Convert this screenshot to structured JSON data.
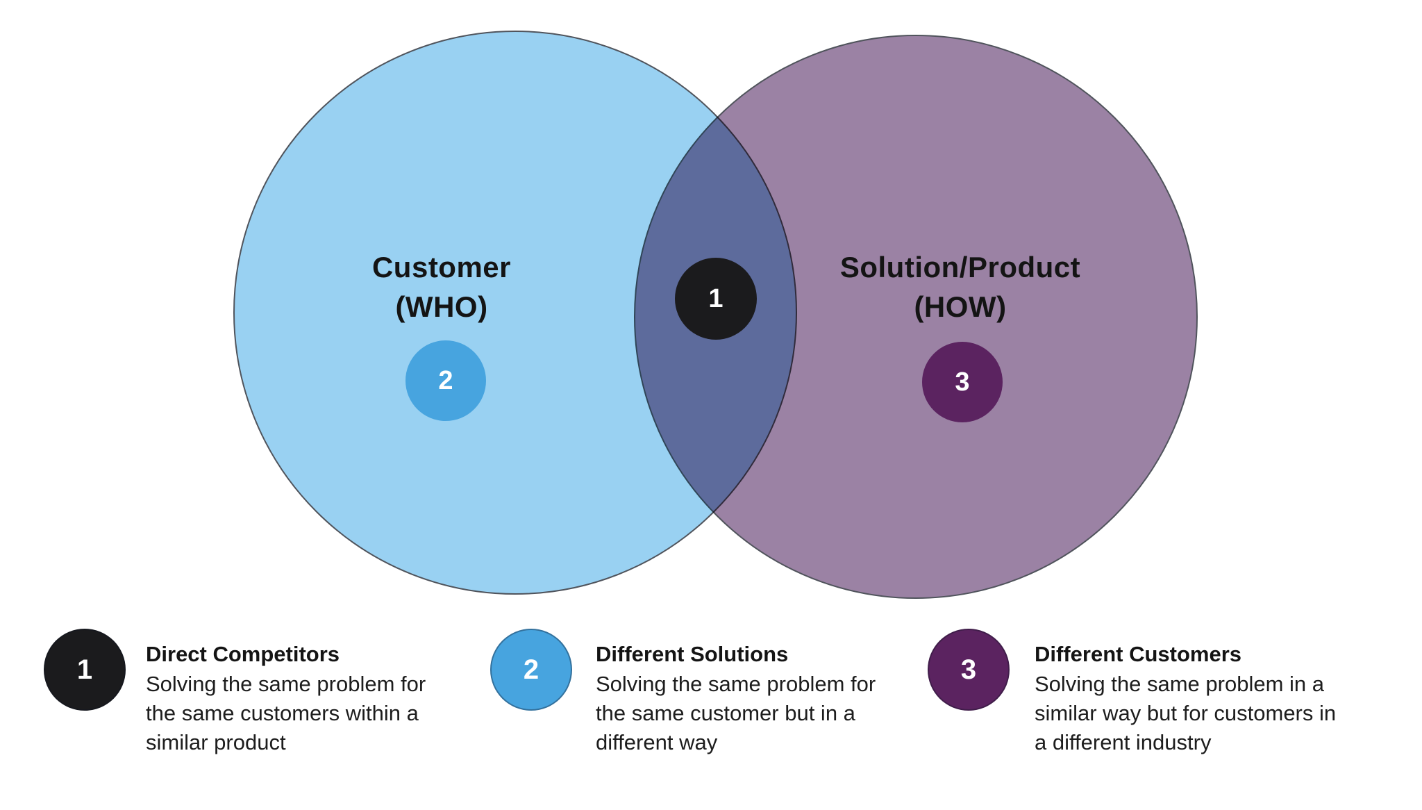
{
  "venn": {
    "left_circle": {
      "label": "Customer\n(WHO)",
      "fill": "#99D1F2",
      "stroke": "#50545c"
    },
    "right_circle": {
      "label": "Solution/Product\n(HOW)",
      "fill": "#9B82A4",
      "stroke": "#50545c"
    },
    "overlap_color": "#6A6D9A",
    "markers": [
      {
        "number": "1",
        "color": "#1B1B1D",
        "region": "overlap"
      },
      {
        "number": "2",
        "color": "#47A4DF",
        "region": "left"
      },
      {
        "number": "3",
        "color": "#5B2360",
        "region": "right"
      }
    ]
  },
  "legend": {
    "items": [
      {
        "number": "1",
        "color": "#1B1B1D",
        "title": "Direct Competitors",
        "description": "Solving the same problem for\nthe same customers within a\nsimilar product"
      },
      {
        "number": "2",
        "color": "#47A4DF",
        "title": "Different Solutions",
        "description": "Solving the same problem for\nthe same customer but in a\ndifferent way"
      },
      {
        "number": "3",
        "color": "#5B2360",
        "title": "Different Customers",
        "description": "Solving the same problem in a\nsimilar way but for customers in\na different industry"
      }
    ]
  }
}
